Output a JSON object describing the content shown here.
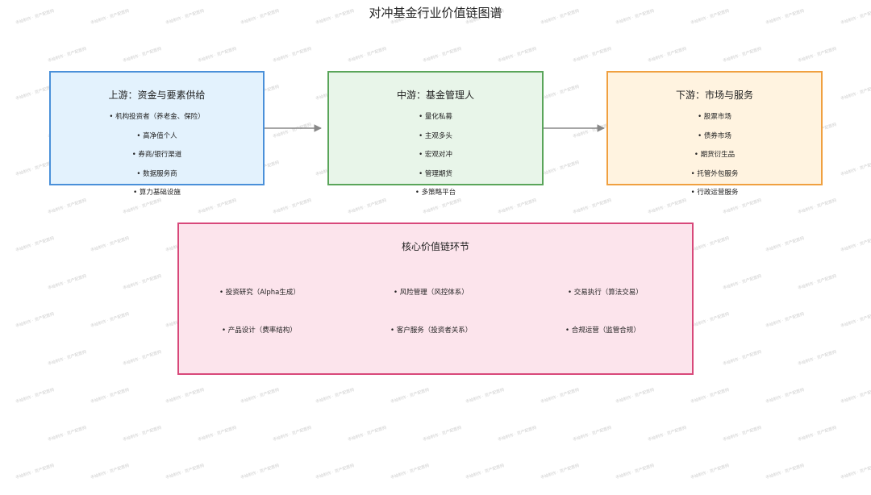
{
  "title": "对冲基金行业价值链图谱",
  "watermark": "手绘制作 · 资产配置网",
  "upstream": {
    "title": "上游：资金与要素供给",
    "items": [
      "机构投资者（养老金、保险）",
      "高净值个人",
      "券商/银行渠道",
      "数据服务商",
      "算力基础设施"
    ]
  },
  "midstream": {
    "title": "中游：基金管理人",
    "items": [
      "量化私募",
      "主观多头",
      "宏观对冲",
      "管理期货",
      "多策略平台"
    ]
  },
  "downstream": {
    "title": "下游：市场与服务",
    "items": [
      "股票市场",
      "债券市场",
      "期货衍生品",
      "托管外包服务",
      "行政运营服务"
    ]
  },
  "core": {
    "title": "核心价值链环节",
    "items": [
      "投资研究（Alpha生成）",
      "风险管理（风控体系）",
      "交易执行（算法交易）",
      "产品设计（费率结构）",
      "客户服务（投资者关系）",
      "合规运营（监管合规）"
    ]
  },
  "colors": {
    "upstream_fill": "#e3f2fd",
    "upstream_border": "#4a90d9",
    "midstream_fill": "#e8f5e9",
    "midstream_border": "#5aa55a",
    "downstream_fill": "#fff3e0",
    "downstream_border": "#f0a040",
    "core_fill": "#fce4ec",
    "core_border": "#d8487a",
    "arrow": "#888888"
  }
}
